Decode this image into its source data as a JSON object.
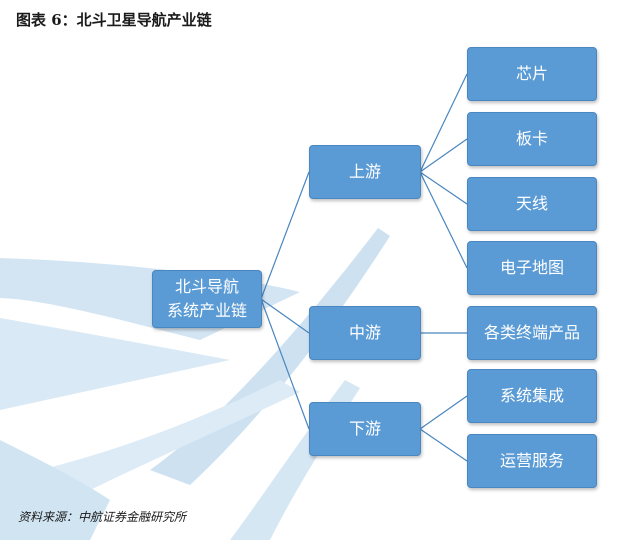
{
  "title": "图表 6：北斗卫星导航产业链",
  "source": "资料来源：中航证券金融研究所",
  "root": {
    "line1": "北斗导航",
    "line2": "系统产业链"
  },
  "mid": {
    "upstream": "上游",
    "midstream": "中游",
    "downstream": "下游"
  },
  "leaves": {
    "chip": "芯片",
    "board": "板卡",
    "antenna": "天线",
    "emap": "电子地图",
    "terminal": "各类终端产品",
    "integration": "系统集成",
    "operation": "运营服务"
  },
  "colors": {
    "node": "#5b9bd5",
    "connector": "#4a86bf",
    "bg_swoosh": "#cfe3f2"
  }
}
